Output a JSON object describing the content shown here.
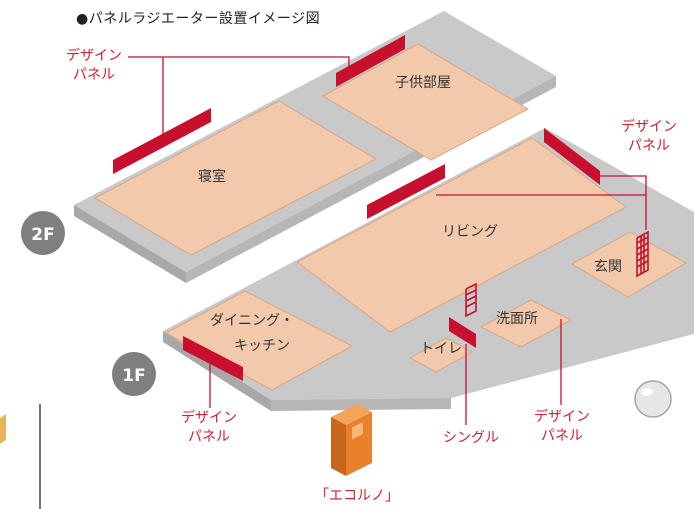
{
  "title": "●パネルラジエーター設置イメージ図",
  "floors": {
    "f2": "2F",
    "f1": "1F"
  },
  "rooms": {
    "kids": "子供部屋",
    "bedroom": "寝室",
    "living": "リビング",
    "entrance": "玄関",
    "dining_1": "ダイニング・",
    "dining_2": "キッチン",
    "washroom": "洗面所",
    "toilet": "トイレ"
  },
  "callouts": {
    "design_panel_1": "デザイン",
    "design_panel_2": "パネル",
    "single": "シングル",
    "ecoruno": "「エコルノ」"
  },
  "colors": {
    "panel_red": "#c8102e",
    "room_fill": "#f2c9ab",
    "room_edge": "#d9a786",
    "floor_plate": "#c9c9c9",
    "floor_edge": "#a8a8a8",
    "badge": "#7f7f7f",
    "unit_orange": "#e8822a",
    "label_red": "#d0202e"
  }
}
